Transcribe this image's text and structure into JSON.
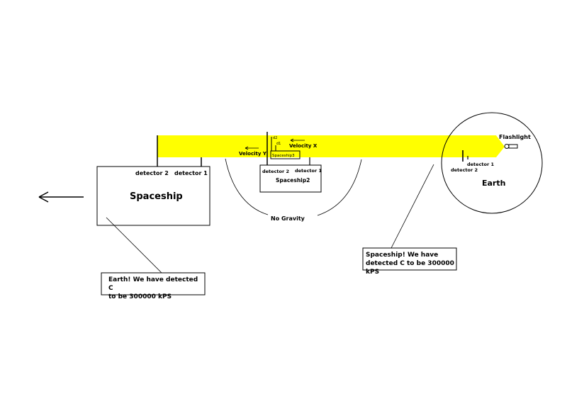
{
  "diagram": {
    "spaceship": {
      "label": "Spaceship",
      "detector_left": "detector 2",
      "detector_right": "detector 1"
    },
    "spaceship2": {
      "label": "Spaceship2",
      "detector_left": "detector 2",
      "detector_right": "detector 1"
    },
    "spaceship3": {
      "label": "Spaceship3",
      "detector_left": "d2",
      "detector_right": "d1"
    },
    "velocity_y": "Velocity Y",
    "velocity_x": "Velocity X",
    "no_gravity": "No Gravity",
    "earth": {
      "label": "Earth",
      "flashlight": "Flashlight",
      "detector_1": "detector 1",
      "detector_2": "detector 2"
    },
    "callout_left": {
      "line1": "Earth! We have detected C",
      "line2": "to be 300000 kPS"
    },
    "callout_right": {
      "line1": "Spaceship! We have",
      "line2": "detected C to be 300000 kPS"
    },
    "colors": {
      "beam": "#ffff00",
      "stroke": "#000000"
    }
  }
}
